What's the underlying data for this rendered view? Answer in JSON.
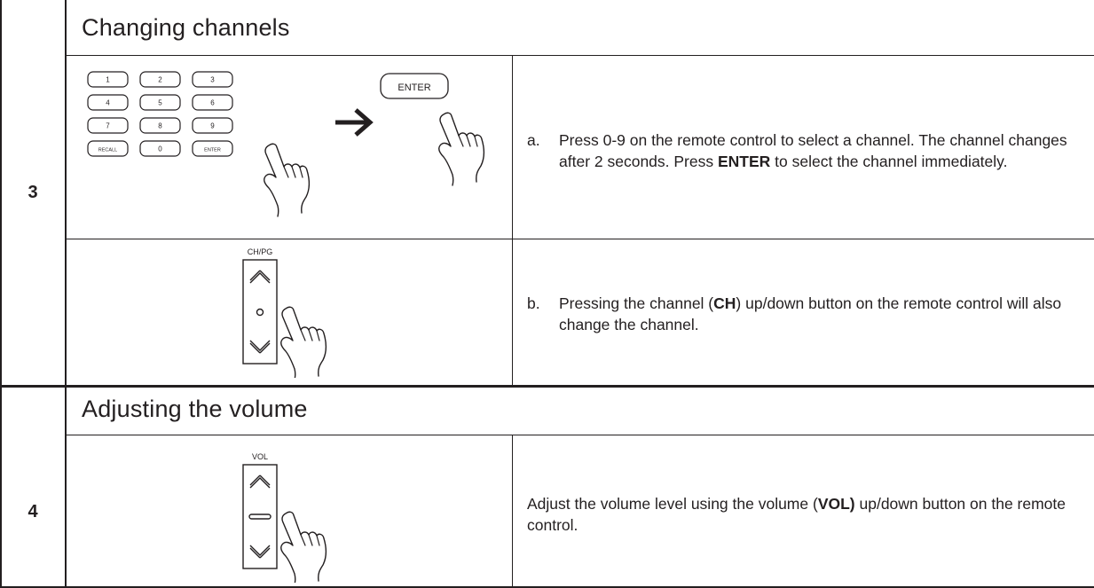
{
  "steps": [
    {
      "number": "3",
      "heading": "Changing channels",
      "rows": [
        {
          "label": "a.",
          "text_parts": [
            "Press 0-9 on the remote control to select a channel. The channel changes after 2 seconds. Press ",
            "ENTER",
            " to select the channel immediately."
          ],
          "keypad": {
            "keys": [
              "1",
              "2",
              "3",
              "4",
              "5",
              "6",
              "7",
              "8",
              "9",
              "RECALL",
              "0",
              "ENTER"
            ],
            "enter_key": "ENTER"
          }
        },
        {
          "label": "b.",
          "text_parts": [
            "Pressing the channel (",
            "CH",
            ") up/down button on the remote control will also change the channel."
          ],
          "rocker_label": "CH/PG"
        }
      ]
    },
    {
      "number": "4",
      "heading": "Adjusting the volume",
      "rows": [
        {
          "text_parts": [
            "Adjust the volume level using the volume (",
            "VOL)",
            " up/down button on the remote control."
          ],
          "rocker_label": "VOL"
        }
      ]
    }
  ],
  "icons": [
    "arrow-right-icon",
    "pointing-hand-icon",
    "chevron-up-icon",
    "chevron-down-icon"
  ]
}
